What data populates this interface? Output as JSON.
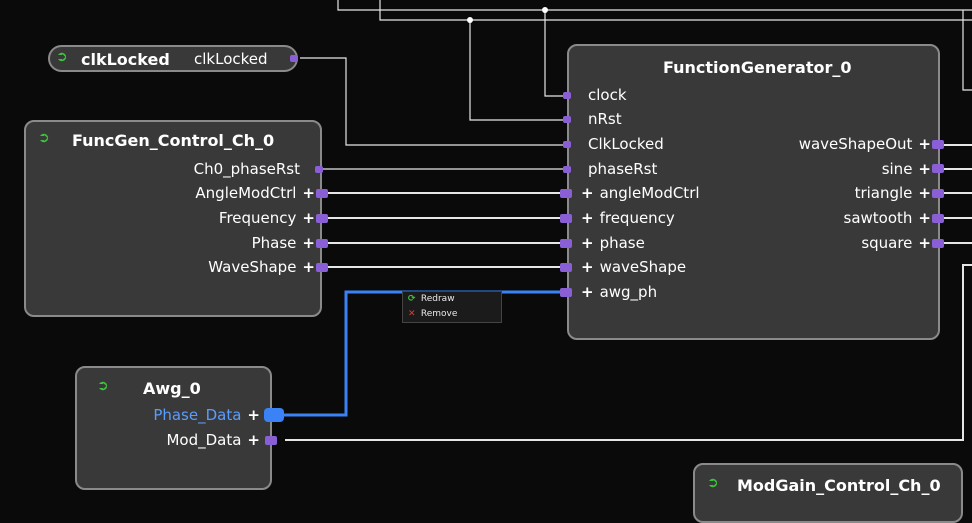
{
  "clk_block": {
    "icon": "green-arrow-icon",
    "title": "clkLocked",
    "port": "clkLocked"
  },
  "funcgen_control": {
    "icon": "green-arrow-icon",
    "title": "FuncGen_Control_Ch_0",
    "ports": [
      "Ch0_phaseRst",
      "AngleModCtrl",
      "Frequency",
      "Phase",
      "WaveShape"
    ]
  },
  "function_generator": {
    "title": "FunctionGenerator_0",
    "inputs": [
      "clock",
      "nRst",
      "ClkLocked",
      "phaseRst",
      "angleModCtrl",
      "frequency",
      "phase",
      "waveShape",
      "awg_ph"
    ],
    "outputs": [
      "waveShapeOut",
      "sine",
      "triangle",
      "sawtooth",
      "square"
    ]
  },
  "awg_block": {
    "icon": "green-arrow-icon",
    "title": "Awg_0",
    "ports": [
      "Phase_Data",
      "Mod_Data"
    ]
  },
  "modgain_block": {
    "icon": "green-arrow-icon",
    "title": "ModGain_Control_Ch_0"
  },
  "context_menu": {
    "redraw": {
      "icon": "redraw-icon",
      "label": "Redraw"
    },
    "remove": {
      "icon": "close-icon",
      "label": "Remove"
    }
  },
  "plus_symbol": "+",
  "colors": {
    "pin": "#8a5fd6",
    "selected_wire": "#3b82f6",
    "wire": "#e0e0e0",
    "block_bg": "#393939",
    "green": "#3bc43b"
  }
}
